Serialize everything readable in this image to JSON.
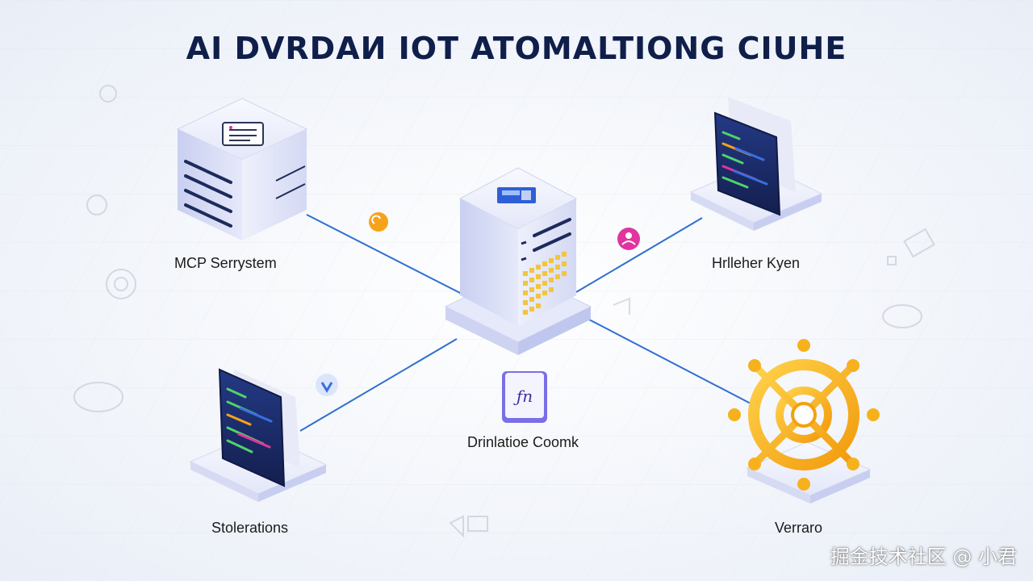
{
  "title": "AI DVRDAИ IOT ATOMALTIONG CIUHE",
  "nodes": {
    "top_left": {
      "label": "MCP Serrystem"
    },
    "top_right": {
      "label": "Hrlleher Kyen"
    },
    "center": {
      "label": "Drinlatioe Coomk"
    },
    "bottom_left": {
      "label": "Stolerations"
    },
    "bottom_right": {
      "label": "Verraro"
    }
  },
  "watermark": "掘金技术社区 @ 小君",
  "colors": {
    "title": "#0f1f4a",
    "connector": "#2f6fd1",
    "server_body": "#dfe3f7",
    "screen_dark": "#1b2a63",
    "wheel_gold": "#f7b11c",
    "accent_orange": "#f6a21a",
    "accent_magenta": "#e0359e",
    "accent_blue": "#3a6fe0"
  }
}
